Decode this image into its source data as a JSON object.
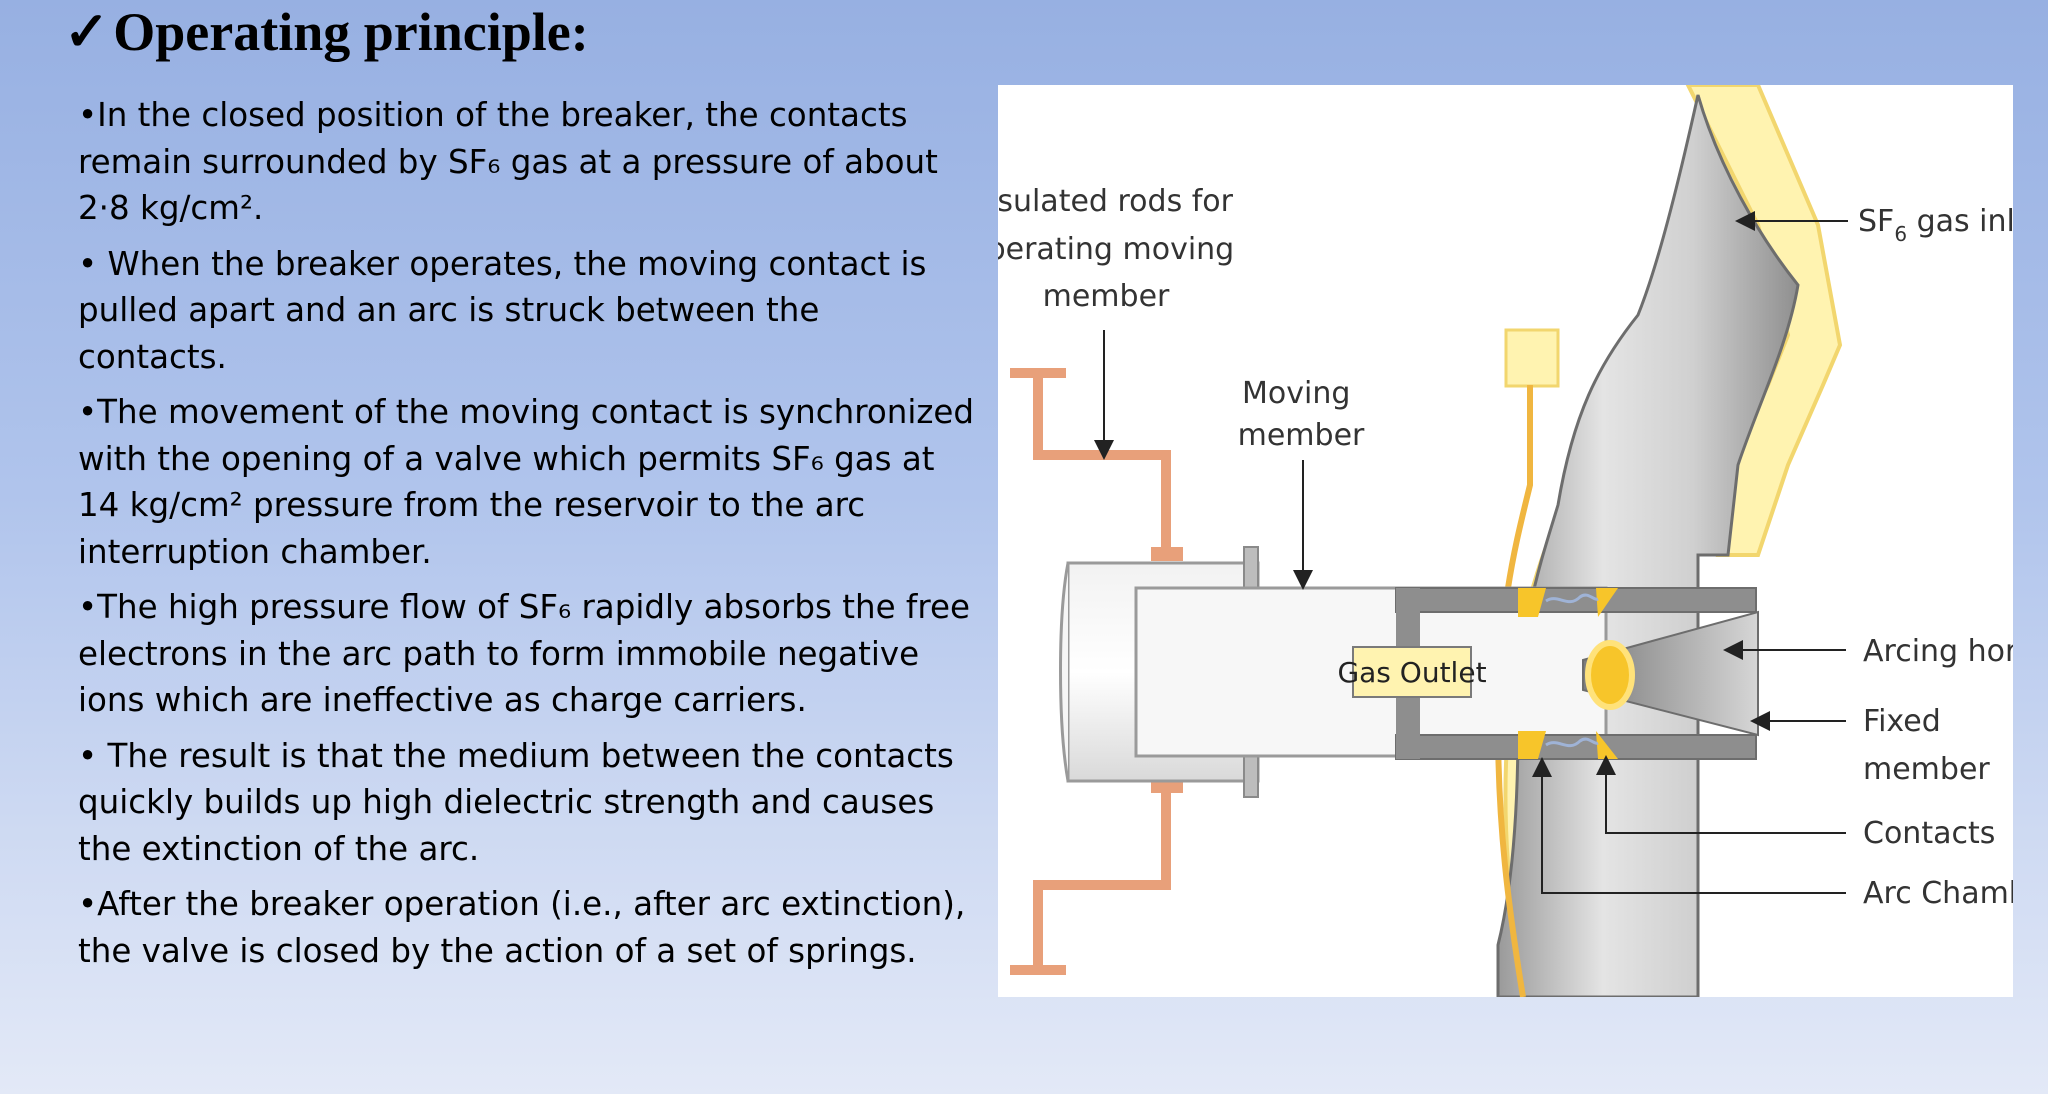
{
  "slide": {
    "title_mark": "✓",
    "title": "Operating principle:",
    "bullets": [
      "•In the closed position of the breaker, the contacts remain surrounded by SF₆ gas at a pressure of about 2·8 kg/cm².",
      "• When the breaker operates, the moving contact is pulled apart and an arc is struck between the contacts.",
      "•The movement of the moving contact is synchronized with the opening of a valve which permits SF₆ gas at 14 kg/cm² pressure from the reservoir to the arc interruption chamber.",
      "•The high pressure flow of SF₆ rapidly absorbs the free electrons in the arc path to form immobile negative ions which are ineffective as charge carriers.",
      "• The result is that the medium between  the contacts quickly builds up high dielectric strength and causes the extinction of the arc.",
      "•After the breaker operation (i.e., after arc extinction), the valve is closed by the action of a set of springs."
    ]
  },
  "diagram": {
    "labels": {
      "insulated_rods": [
        "Insulated rods for",
        "operating moving",
        "member"
      ],
      "moving_member": [
        "Moving",
        "member"
      ],
      "sf6_inlet_pre": "SF",
      "sf6_inlet_sub": "6",
      "sf6_inlet_post": " gas inlet",
      "gas_outlet": "Gas Outlet",
      "arcing_horn": "Arcing horn",
      "fixed_member": [
        "Fixed",
        "member"
      ],
      "contacts": "Contacts",
      "arc_chamber": "Arc Chamber"
    },
    "colors": {
      "copper_rod": "#e8a07a",
      "pipe_grey": "#c8c8c8",
      "insulation": "#fff3b0",
      "insulation_edge": "#f2d66e",
      "contact_gold": "#f7c52a",
      "arrow": "#222222"
    }
  }
}
